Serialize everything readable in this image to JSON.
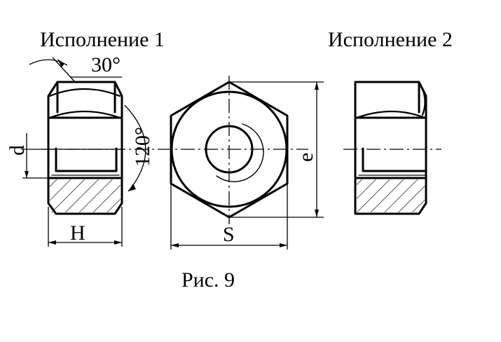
{
  "labels": {
    "variant_1": "Исполнение 1",
    "variant_2": "Исполнение 2",
    "chamfer_angle": "30°",
    "hex_angle": "120°",
    "thread_diameter": "d",
    "height": "H",
    "across_flats": "S",
    "across_corners": "e",
    "caption": "Рис. 9"
  },
  "colors": {
    "ink": "#000000",
    "background": "#ffffff"
  }
}
